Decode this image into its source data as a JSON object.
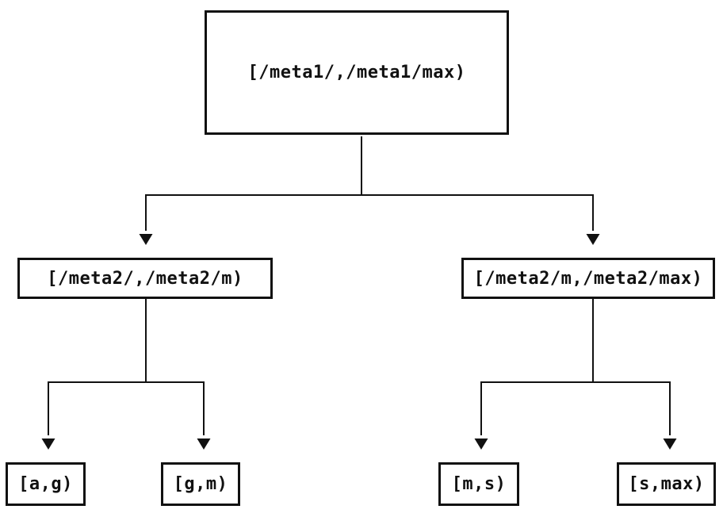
{
  "colors": {
    "foreground": "#111111",
    "background": "#ffffff"
  },
  "nodes": {
    "root": {
      "label": "[/meta1/,/meta1/max)"
    },
    "left": {
      "label": "[/meta2/,/meta2/m)"
    },
    "right": {
      "label": "[/meta2/m,/meta2/max)"
    },
    "leaf_ag": {
      "label": "[a,g)"
    },
    "leaf_gm": {
      "label": "[g,m)"
    },
    "leaf_ms": {
      "label": "[m,s)"
    },
    "leaf_smax": {
      "label": "[s,max)"
    }
  },
  "edges": [
    {
      "from": "root",
      "to": "left"
    },
    {
      "from": "root",
      "to": "right"
    },
    {
      "from": "left",
      "to": "leaf_ag"
    },
    {
      "from": "left",
      "to": "leaf_gm"
    },
    {
      "from": "right",
      "to": "leaf_ms"
    },
    {
      "from": "right",
      "to": "leaf_smax"
    }
  ]
}
